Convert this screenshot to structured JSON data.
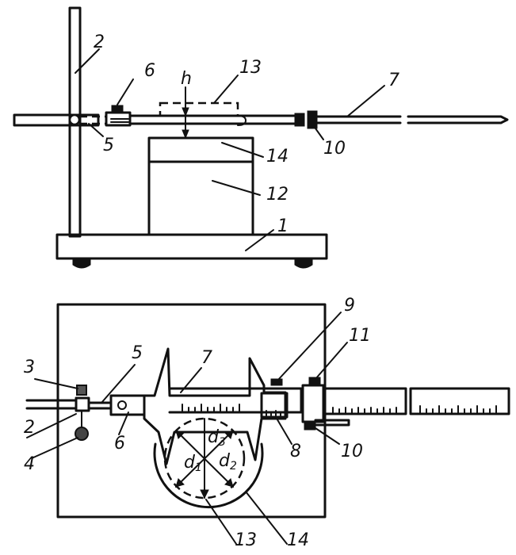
{
  "labels": {
    "side": {
      "n2": "2",
      "n6": "6",
      "h": "h",
      "n13": "13",
      "n7": "7",
      "n5": "5",
      "n10": "10",
      "n14": "14",
      "n12": "12",
      "n1": "1"
    },
    "plan": {
      "n9": "9",
      "n11": "11",
      "n3": "3",
      "n5": "5",
      "n7": "7",
      "n2": "2",
      "n6": "6",
      "n4": "4",
      "n8": "8",
      "n10": "10",
      "n13": "13",
      "n14": "14",
      "d1": "d",
      "d1_sub": "1",
      "d2": "d",
      "d2_sub": "2",
      "d3": "d",
      "d3_sub": "3"
    }
  }
}
